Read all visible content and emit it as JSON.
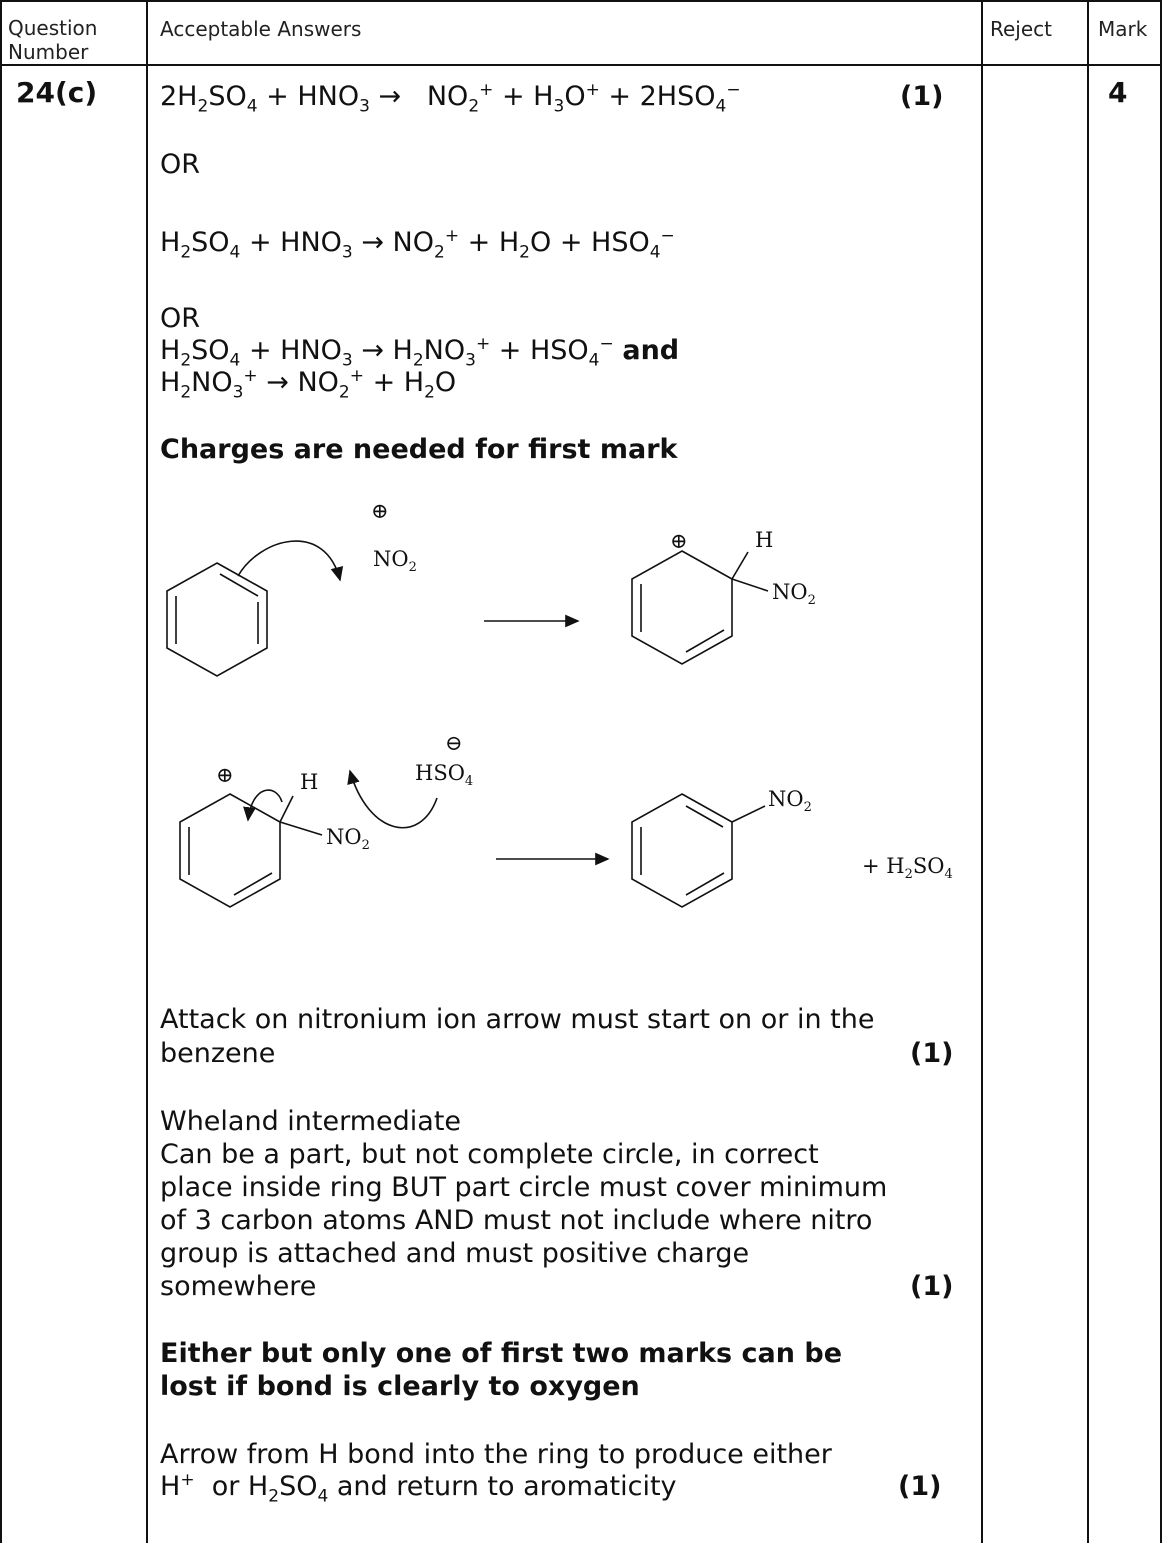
{
  "header": {
    "question_number": "Question Number",
    "acceptable_answers": "Acceptable Answers",
    "reject": "Reject",
    "mark": "Mark"
  },
  "row": {
    "question_number": "24(c)",
    "mark": "4"
  },
  "answers": {
    "or_1": "OR",
    "or_2": "OR",
    "and_word": "and",
    "mark_1": "(1)",
    "charges_note": "Charges are needed for first mark",
    "attack_line1": "Attack on nitronium ion arrow must start on or in the",
    "attack_line2": "benzene",
    "attack_mark": "(1)",
    "wheland_1": "Wheland intermediate",
    "wheland_2": "Can be a part, but not complete circle, in correct",
    "wheland_3": "place inside ring BUT part circle must cover minimum",
    "wheland_4": "of 3 carbon atoms AND must not include where nitro",
    "wheland_5": "group is attached and must  positive charge",
    "wheland_6": "somewhere",
    "wheland_mark": "(1)",
    "either_1": "Either but only one of first two marks can be",
    "either_2": "lost if bond is clearly to oxygen",
    "arrow_1": "Arrow from H bond  into the ring to produce either",
    "arrow_2a": "or H",
    "arrow_2b": "and return to aromaticity",
    "arrow_mark": "(1)"
  },
  "diagram": {
    "no2": "NO",
    "h": "H",
    "hso4": "HSO",
    "plus_h2so4": "+ H",
    "plus": "⊕",
    "minus": "⊖"
  }
}
